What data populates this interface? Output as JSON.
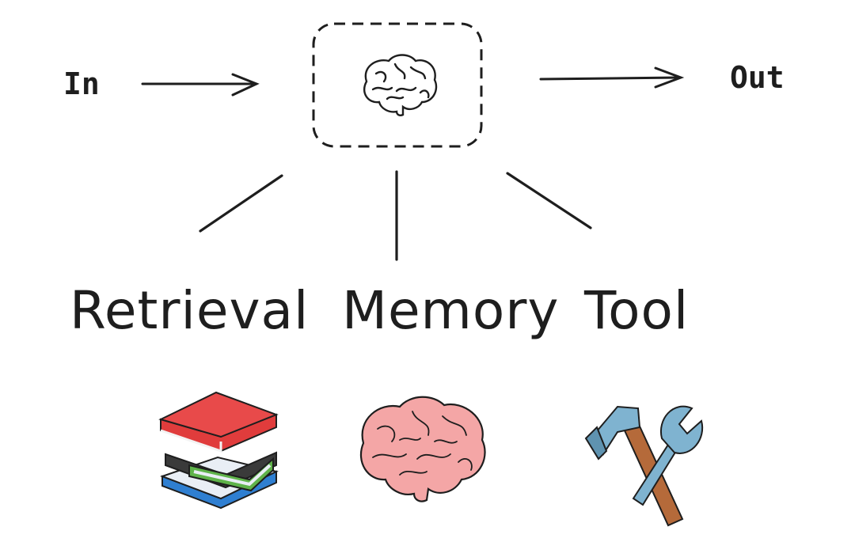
{
  "input_label": "In",
  "output_label": "Out",
  "components": [
    {
      "label": "Retrieval",
      "icon": "books-icon"
    },
    {
      "label": "Memory",
      "icon": "brain-icon"
    },
    {
      "label": "Tool",
      "icon": "hammer-wrench-icon"
    }
  ],
  "center_icon": "brain-outline-icon",
  "colors": {
    "ink": "#1e1e1e",
    "brain_pink": "#f4a6a6",
    "book_red": "#e03c3c",
    "book_green": "#5fb34a",
    "book_blue": "#2f7fd1",
    "book_dark": "#3a3a3a",
    "tool_steel": "#7fb3d0",
    "tool_wood": "#b56a3a"
  }
}
